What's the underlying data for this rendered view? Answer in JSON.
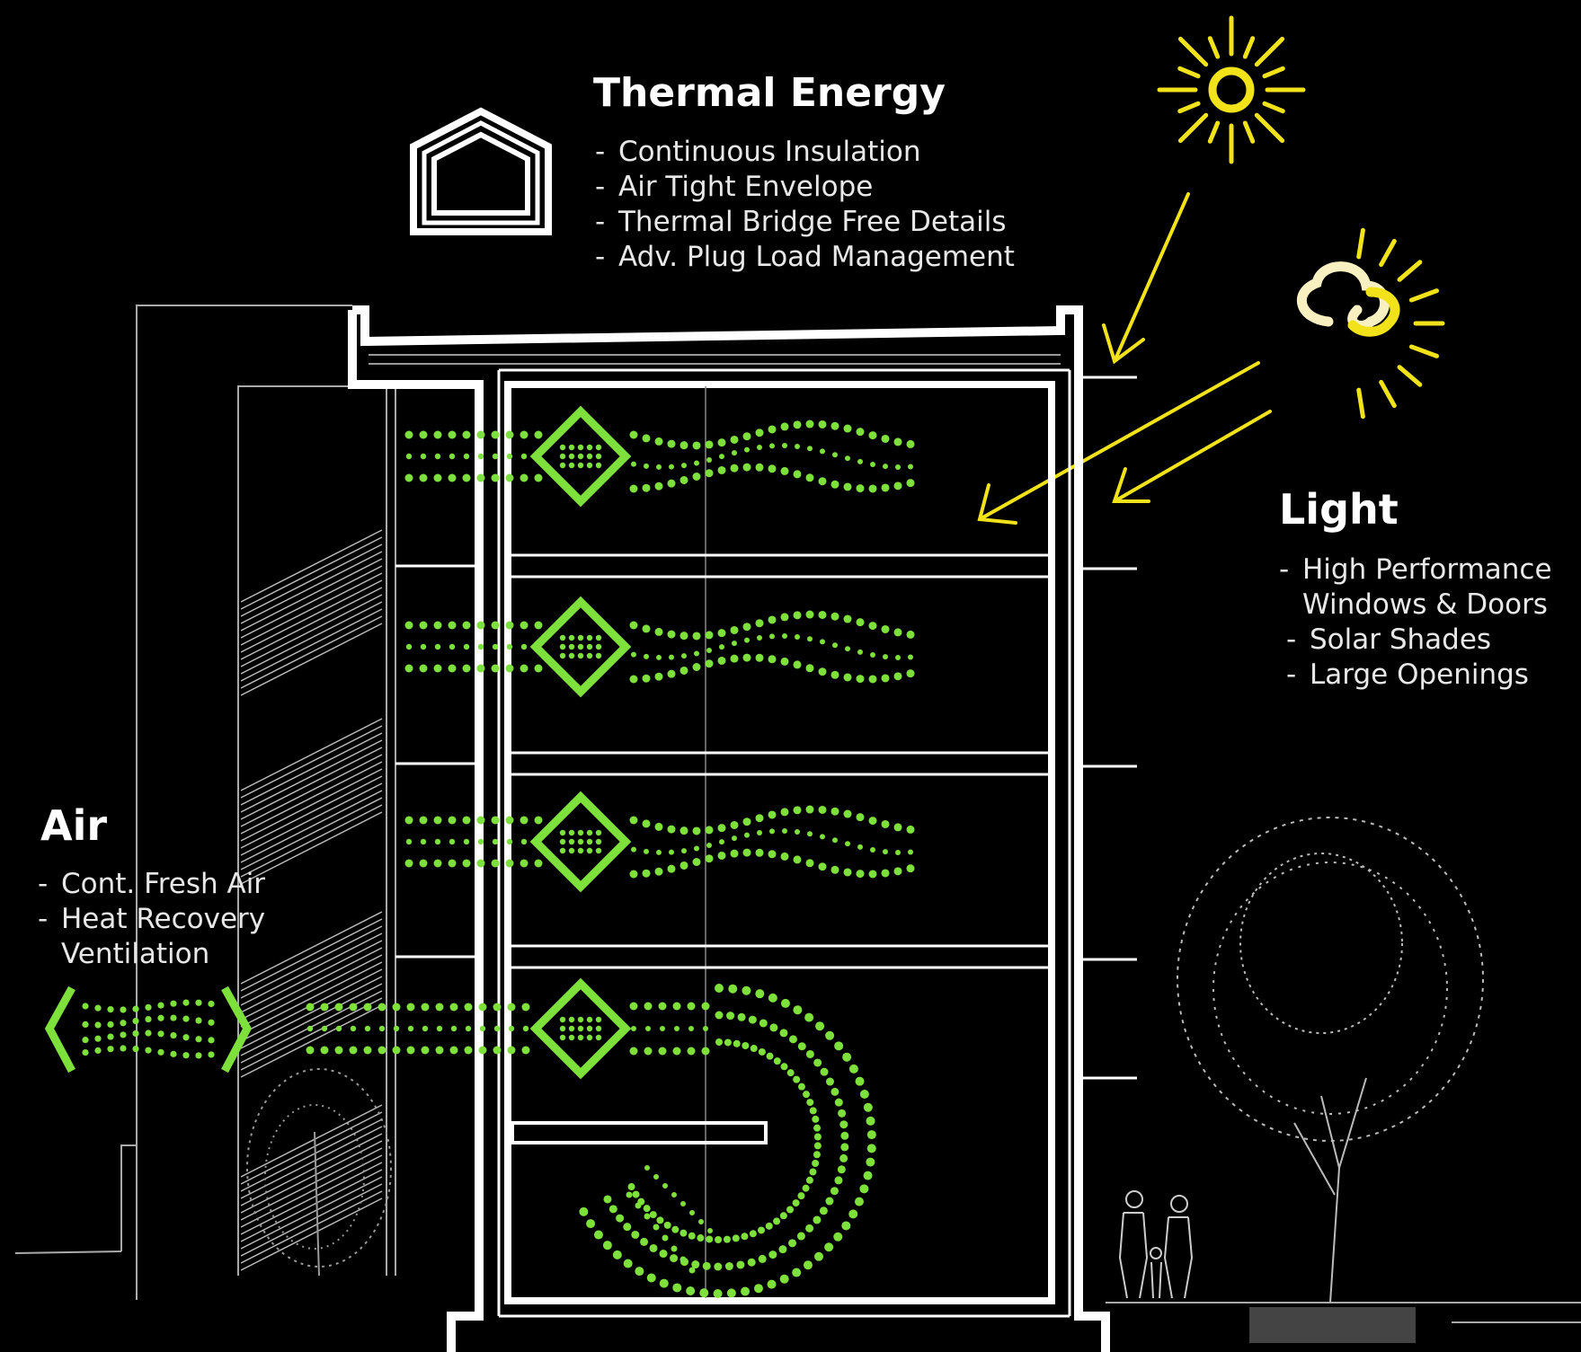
{
  "sections": {
    "thermal": {
      "title": "Thermal Energy",
      "items": [
        "Continuous Insulation",
        "Air Tight Envelope",
        "Thermal Bridge Free Details",
        "Adv. Plug Load Management"
      ]
    },
    "light": {
      "title": "Light",
      "items": [
        "High Performance",
        "Windows & Doors",
        "Solar Shades",
        "Large Openings"
      ]
    },
    "air": {
      "title": "Air",
      "items": [
        "Cont. Fresh Air",
        "Heat Recovery",
        "Ventilation"
      ]
    }
  },
  "icons": {
    "thermal": "house-envelope-icon",
    "sun": "sun-icon",
    "cloud_sun": "cloud-sun-icon",
    "air": "air-flow-icon"
  },
  "colors": {
    "background": "#000000",
    "airflow": "#7ee03a",
    "sun": "#f2e21a",
    "lines": "#ffffff",
    "text": "#ffffff"
  }
}
